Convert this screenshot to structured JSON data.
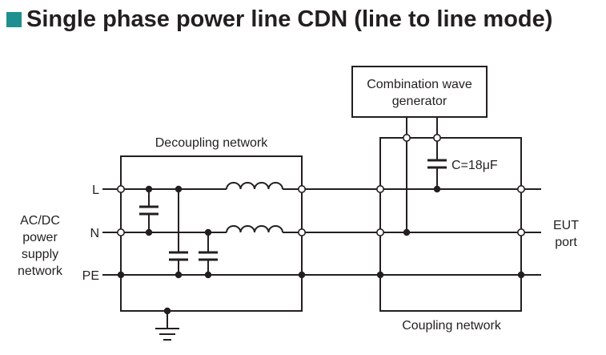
{
  "header": {
    "title": "Single phase power line CDN (line to line mode)",
    "accent_color": "#1f8f8f"
  },
  "diagram": {
    "generator": {
      "line1": "Combination wave",
      "line2": "generator"
    },
    "decoupling_label": "Decoupling network",
    "coupling_label": "Coupling network",
    "capacitor_label": "C=18μF",
    "lines": {
      "l": "L",
      "n": "N",
      "pe": "PE"
    },
    "supply_label": [
      "AC/DC",
      "power",
      "supply",
      "network"
    ],
    "eut_label": [
      "EUT",
      "port"
    ],
    "ground_icon": "ground-symbol"
  }
}
